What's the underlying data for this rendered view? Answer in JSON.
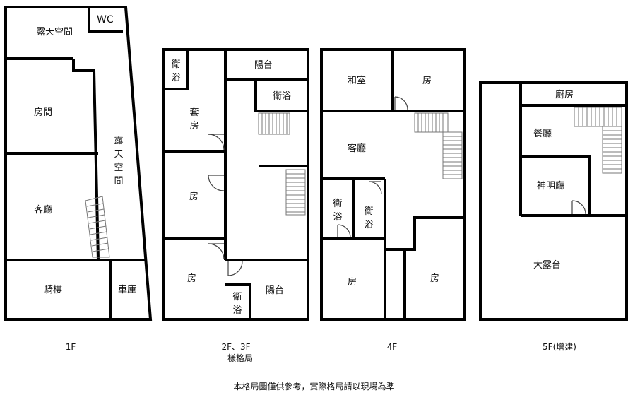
{
  "floors": {
    "f1": {
      "caption": "1F",
      "rooms": {
        "open_top": "露天空間",
        "wc": "WC",
        "room": "房間",
        "open_side": "露天空間",
        "living": "客廳",
        "arcade": "騎樓",
        "garage": "車庫"
      }
    },
    "f2": {
      "caption_line1": "2F、3F",
      "caption_line2": "一樣格局",
      "rooms": {
        "bath_a": "衛浴",
        "balcony_top": "陽台",
        "bath_b": "衛浴",
        "suite": "套房",
        "room_mid": "房",
        "room_low": "房",
        "bath_c": "衛浴",
        "balcony_bottom": "陽台"
      }
    },
    "f4": {
      "caption": "4F",
      "rooms": {
        "japanese": "和室",
        "room_top": "房",
        "living": "客廳",
        "bath_a": "衛浴",
        "bath_b": "衛浴",
        "room_left": "房",
        "room_right": "房"
      }
    },
    "f5": {
      "caption": "5F(增建)",
      "rooms": {
        "kitchen": "廚房",
        "dining": "餐廳",
        "shrine": "神明廳",
        "terrace": "大露台"
      }
    }
  },
  "footer_note": "本格局圖僅供參考，實際格局請以現場為準"
}
